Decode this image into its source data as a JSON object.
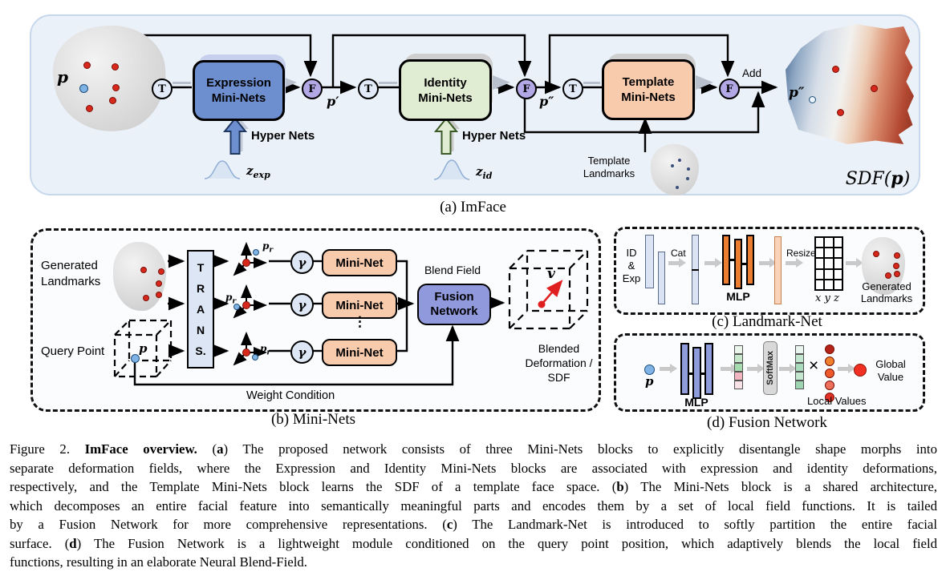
{
  "panel_a": {
    "caption": "(a) ImFace",
    "p_label": "p",
    "t_label": "T",
    "f_label": "F",
    "expression_box": {
      "line1": "Expression",
      "line2": "Mini-Nets"
    },
    "identity_box": {
      "line1": "Identity",
      "line2": "Mini-Nets"
    },
    "template_box": {
      "line1": "Template",
      "line2": "Mini-Nets"
    },
    "hyper_nets": "Hyper Nets",
    "z_exp": {
      "base": "z",
      "sub": "exp"
    },
    "z_id": {
      "base": "z",
      "sub": "id"
    },
    "p_prime": "p′",
    "p_dprime": "p″",
    "template_landmarks": {
      "line1": "Template",
      "line2": "Landmarks"
    },
    "add_label": "Add",
    "sdf": {
      "pre": "SDF(",
      "p": "p",
      "post": ")"
    },
    "p_dprime_face": "p″"
  },
  "panel_b": {
    "caption": "(b) Mini-Nets",
    "generated_landmarks": {
      "line1": "Generated",
      "line2": "Landmarks"
    },
    "query_point": "Query Point",
    "trans": [
      "T",
      "R",
      "A",
      "N",
      "S."
    ],
    "gamma": "γ",
    "p_r": {
      "base": "p",
      "sub": "r"
    },
    "p_label": "p",
    "mini_net": "Mini-Net",
    "ellipsis": "⋮",
    "blend_field": "Blend Field",
    "fusion": {
      "line1": "Fusion",
      "line2": "Network"
    },
    "v_label": "v",
    "blended": {
      "line1": "Blended",
      "line2": "Deformation / SDF"
    },
    "weight_condition": "Weight Condition"
  },
  "panel_c": {
    "caption": "(c) Landmark-Net",
    "id_exp": [
      "ID",
      "&",
      "Exp"
    ],
    "cat": "Cat",
    "mlp": "MLP",
    "resize": "Resize",
    "xyz": "x y z",
    "generated_landmarks": {
      "line1": "Generated",
      "line2": "Landmarks"
    }
  },
  "panel_d": {
    "caption": "(d) Fusion Network",
    "p_label": "p",
    "mlp": "MLP",
    "softmax": "SoftMax",
    "times": "×",
    "local_values": "Local Values",
    "global_value": {
      "line1": "Global",
      "line2": "Value"
    },
    "vec1_colors": [
      "#EAF5EC",
      "#C7E7CC",
      "#A6DAAF",
      "#F1B6BF",
      "#F9E2E7"
    ],
    "vec2_colors": [
      "#E9F5EE",
      "#C3E6CF",
      "#A8DBBB",
      "#C3E6CF",
      "#9CD5AF"
    ],
    "dot_colors": [
      "#B42318",
      "#F0812C",
      "#EE5A29",
      "#EE6F5B",
      "#E23227"
    ]
  },
  "colors": {
    "panel_a_bg": "#EBF1F9",
    "expression_box": "#6D8FD0",
    "identity_box": "#E1EDD3",
    "template_box": "#F8CBAD",
    "t_node": "#E2E9F7",
    "f_node": "#B3A8E6",
    "mini_net": "#F8CBAD",
    "fusion_network": "#8F99DB",
    "trans_gamma": "#DCE6F4",
    "mlp_orange": "#ED7D31",
    "mlp_purple": "#8E9CDB",
    "softmax_gray": "#D9D9D9",
    "landmark_red": "#D7281B",
    "query_blue": "#7FB2E5"
  },
  "caption": {
    "lines": [
      [
        {
          "t": "Figure 2.  ",
          "b": false
        },
        {
          "t": "ImFace overview.",
          "b": true
        },
        {
          "t": "  (",
          "b": false
        },
        {
          "t": "a",
          "b": true
        },
        {
          "t": ") The proposed network consists of three Mini-Nets blocks to explicitly disentangle shape morphs into",
          "b": false
        }
      ],
      [
        {
          "t": "separate deformation fields, where the Expression and Identity Mini-Nets blocks are associated with expression and identity deformations,",
          "b": false
        }
      ],
      [
        {
          "t": "respectively, and the Template Mini-Nets block learns the SDF of a template face space. (",
          "b": false
        },
        {
          "t": "b",
          "b": true
        },
        {
          "t": ") The Mini-Nets block is a shared architecture,",
          "b": false
        }
      ],
      [
        {
          "t": "which decomposes an entire facial feature into semantically meaningful parts and encodes them by a set of local field functions. It is tailed",
          "b": false
        }
      ],
      [
        {
          "t": "by a Fusion Network for more comprehensive representations.  (",
          "b": false
        },
        {
          "t": "c",
          "b": true
        },
        {
          "t": ") The Landmark-Net is introduced to softly partition the entire facial",
          "b": false
        }
      ],
      [
        {
          "t": "surface. (",
          "b": false
        },
        {
          "t": "d",
          "b": true
        },
        {
          "t": ") The Fusion Network is a lightweight module conditioned on the query point position, which adaptively blends the local field",
          "b": false
        }
      ],
      [
        {
          "t": "functions, resulting in an elaborate Neural Blend-Field.",
          "b": false
        }
      ]
    ]
  }
}
